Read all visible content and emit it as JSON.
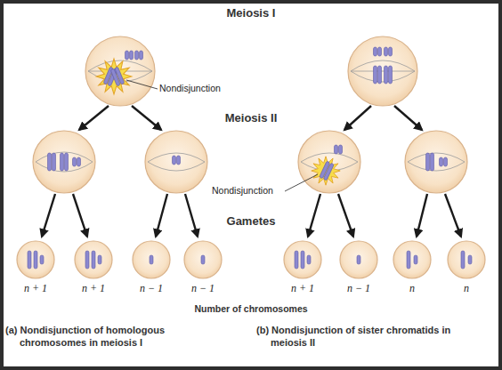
{
  "diagram": {
    "nodes": [
      {
        "text": [
          "n + 1"
        ]
      },
      {
        "text": [
          "n + 1"
        ]
      },
      {
        "text": [
          "n − 1"
        ]
      },
      {
        "text": [
          "n − 1"
        ]
      },
      {
        "text": [
          "n + 1"
        ]
      },
      {
        "text": [
          "n − 1"
        ]
      },
      {
        "text": [
          "n"
        ]
      },
      {
        "text": [
          "n"
        ]
      }
    ],
    "labels": [
      "Meiosis I",
      "Nondisjunction",
      "Meiosis II",
      "Nondisjunction",
      "Gametes",
      "Number of chromosomes",
      "(a) Nondisjunction of homologous chromosomes in meiosis I",
      "(b) Nondisjunction of sister chromatids in meiosis II"
    ]
  }
}
